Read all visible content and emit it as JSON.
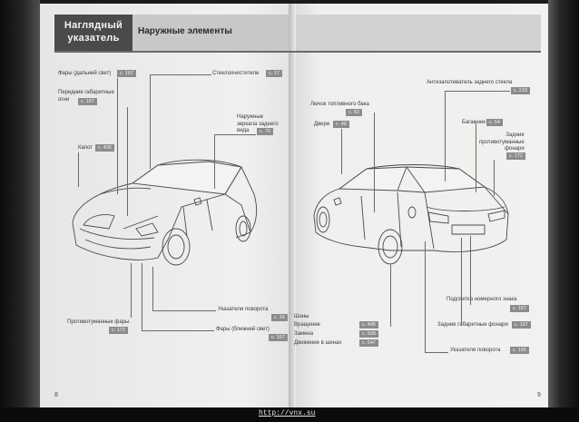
{
  "header": {
    "tab_title_line1": "Наглядный",
    "tab_title_line2": "указатель",
    "section_title": "Наружные элементы"
  },
  "left_page": {
    "page_number": "8",
    "callouts": [
      {
        "label": "Фары (дальний свет)",
        "ref": "с. 167"
      },
      {
        "label": "Стеклоочистители",
        "ref": "с. 17"
      },
      {
        "label": "Передние габаритные\nогни",
        "ref": "с. 167"
      },
      {
        "label": "Наружные\nзеркала заднего\nвида",
        "ref": "с. 76"
      },
      {
        "label": "Капот",
        "ref": "с. 426"
      },
      {
        "label": "Указатели поворота",
        "ref": "с. 16"
      },
      {
        "label": "Противотуманные фары",
        "ref": "с. 172"
      },
      {
        "label": "Фары (ближний свет)",
        "ref": "с. 167"
      }
    ]
  },
  "right_page": {
    "page_number": "9",
    "callouts": [
      {
        "label": "Антизапотеватель заднего стекла",
        "ref": "с. 218"
      },
      {
        "label": "Лючок топливного бака",
        "ref": "с. 83"
      },
      {
        "label": "Двери",
        "ref": "с. 48"
      },
      {
        "label": "Багажник",
        "ref": "с. 54"
      },
      {
        "label": "Задние\nпротивотуманные\nфонари",
        "ref": "с. 172"
      },
      {
        "label": "Подсветка номерного знака",
        "ref": "с. 167"
      },
      {
        "label": "Задние габаритные фонари",
        "ref": "с. 167"
      },
      {
        "label": "Указатели поворота",
        "ref": "с. 165"
      }
    ],
    "tires": {
      "heading": "Шины",
      "items": [
        {
          "label": "Вращение",
          "ref": "с. 445"
        },
        {
          "label": "Замена",
          "ref": "с. 508"
        },
        {
          "label": "Движение в шинах",
          "ref": "с. 547"
        }
      ]
    }
  },
  "footer": {
    "url": "http://vnx.su"
  }
}
